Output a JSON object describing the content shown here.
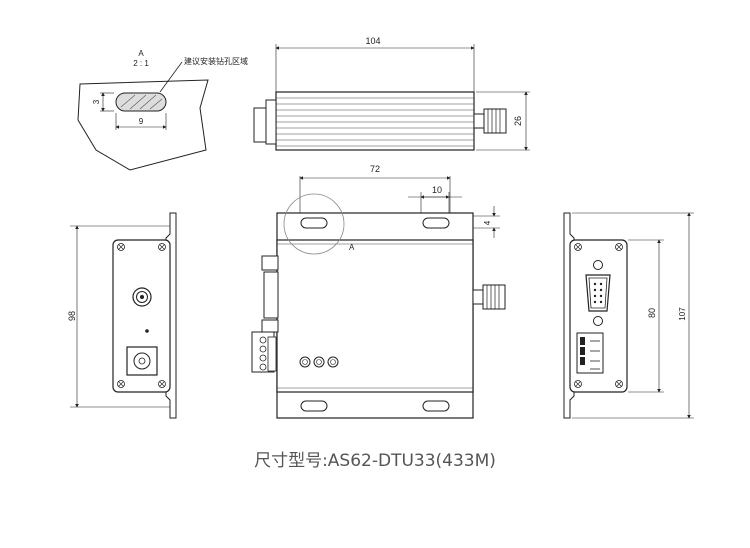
{
  "detail": {
    "label": "A",
    "scale": "2 : 1",
    "note": "建议安装钻孔区域",
    "dim_width": "9",
    "dim_height": "3"
  },
  "top_view": {
    "dim_length": "104",
    "dim_height": "26"
  },
  "front_view": {
    "dim_hole_spacing": "72",
    "dim_slot_length": "10",
    "dim_slot_height": "4",
    "detail_marker": "A"
  },
  "left_view": {
    "dim_height": "98"
  },
  "right_view": {
    "dim_inner": "80",
    "dim_outer": "107"
  },
  "caption": "尺寸型号:AS62-DTU33(433M)"
}
